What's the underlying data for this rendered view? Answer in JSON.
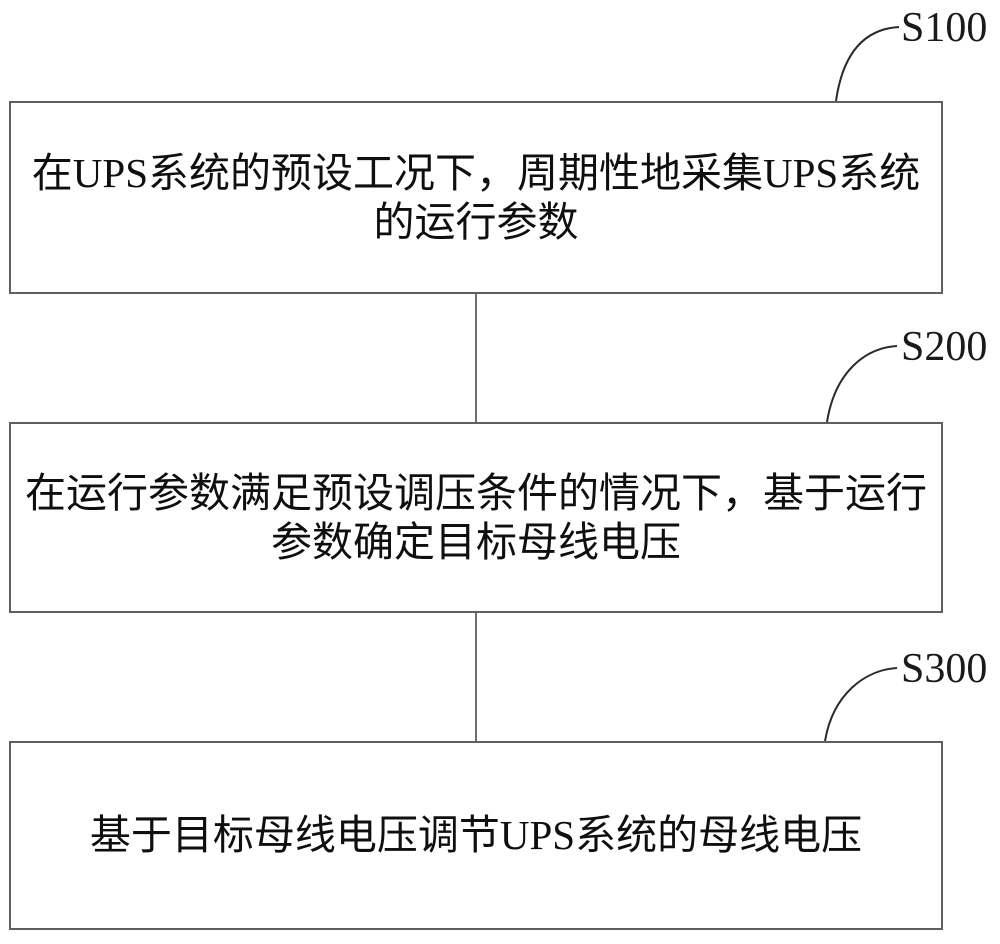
{
  "figure": {
    "type": "flowchart",
    "background_color": "#ffffff",
    "box_border_color": "#5f5f5f",
    "connector_color": "#6e6e6e",
    "leader_line_color": "#2a2a2a",
    "text_color": "#0f0f0f"
  },
  "steps": [
    {
      "label": "S100",
      "text": "在UPS系统的预设工况下，周期性地采集UPS系统的运行参数"
    },
    {
      "label": "S200",
      "text": "在运行参数满足预设调压条件的情况下，基于运行参数确定目标母线电压"
    },
    {
      "label": "S300",
      "text": "基于目标母线电压调节UPS系统的母线电压"
    }
  ]
}
